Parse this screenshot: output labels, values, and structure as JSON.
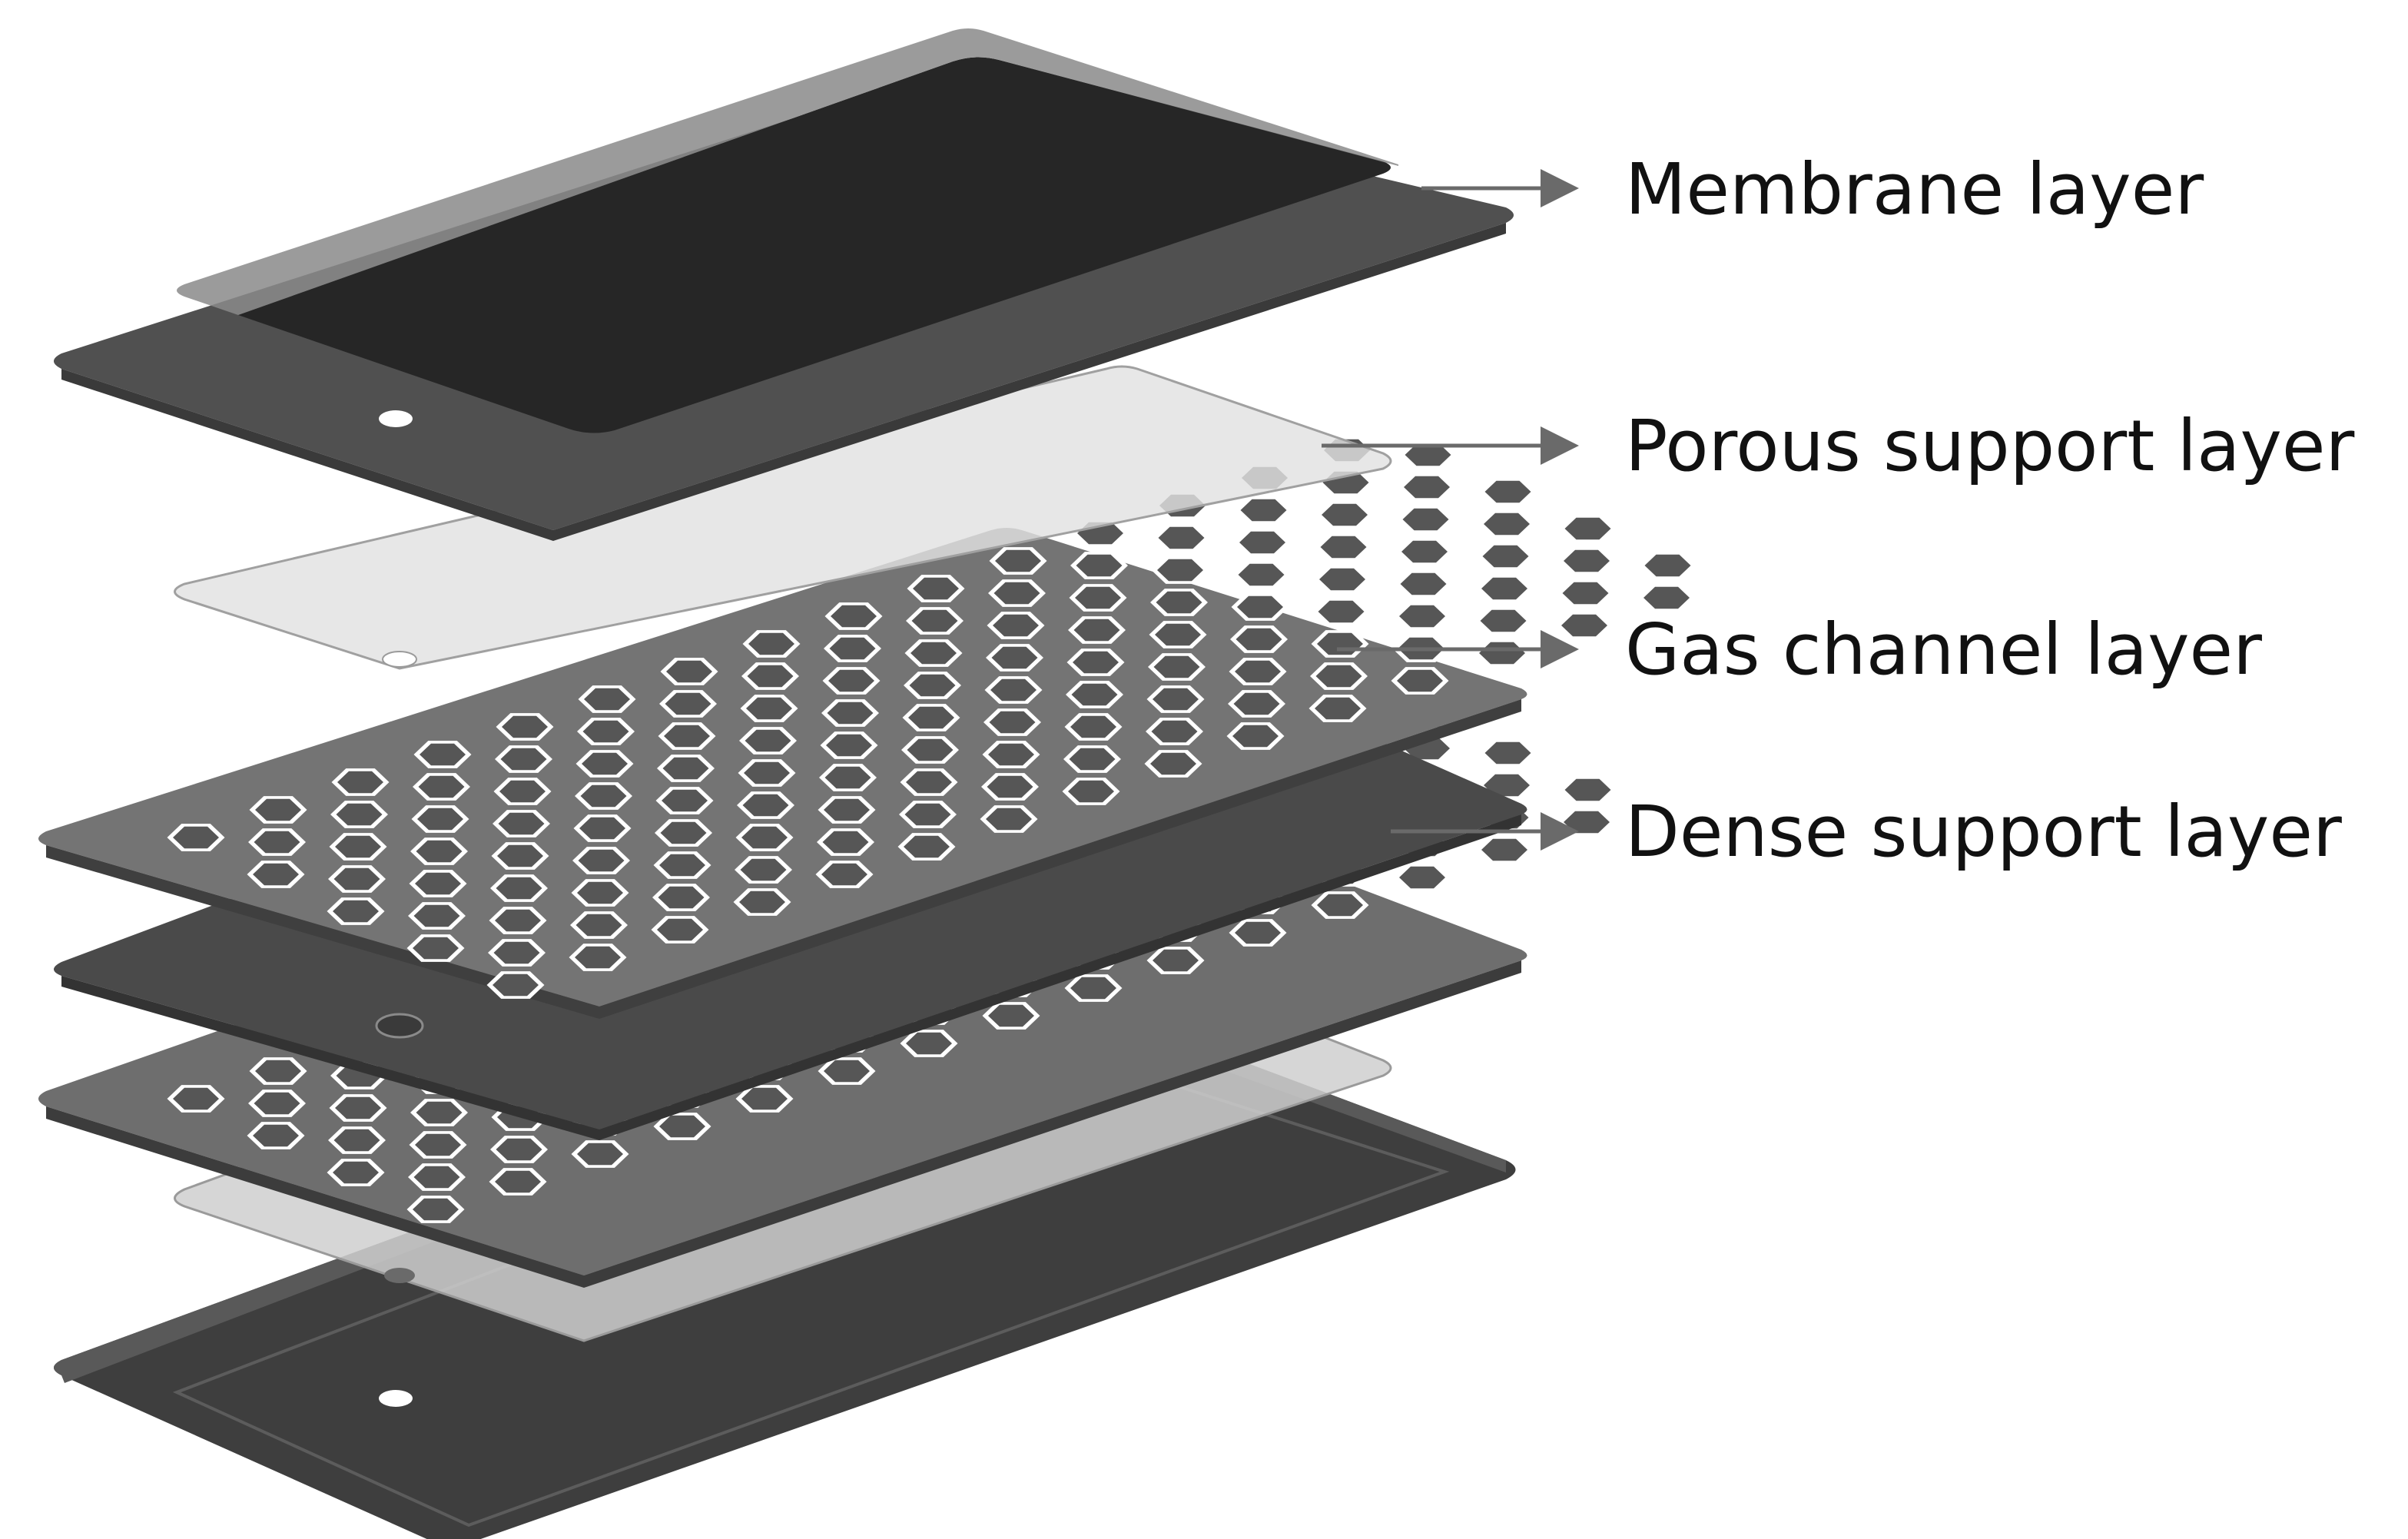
{
  "labels": {
    "membrane": "Membrane layer",
    "porous": "Porous support layer",
    "gas_channel": "Gas channel layer",
    "dense": "Dense support layer"
  },
  "colors": {
    "background": "#ffffff",
    "frame_dark": "#4f4f4f",
    "frame_edge": "#3a3a3a",
    "membrane_active": "#2a2a2a",
    "membrane_film": "#8a8a8a",
    "porous_sheet": "#dcdcdc",
    "gas_channel_plate": "#6e6e6e",
    "gas_channel_hex": "#555555",
    "pore": "#ffffff",
    "arrow": "#6a6a6a"
  }
}
